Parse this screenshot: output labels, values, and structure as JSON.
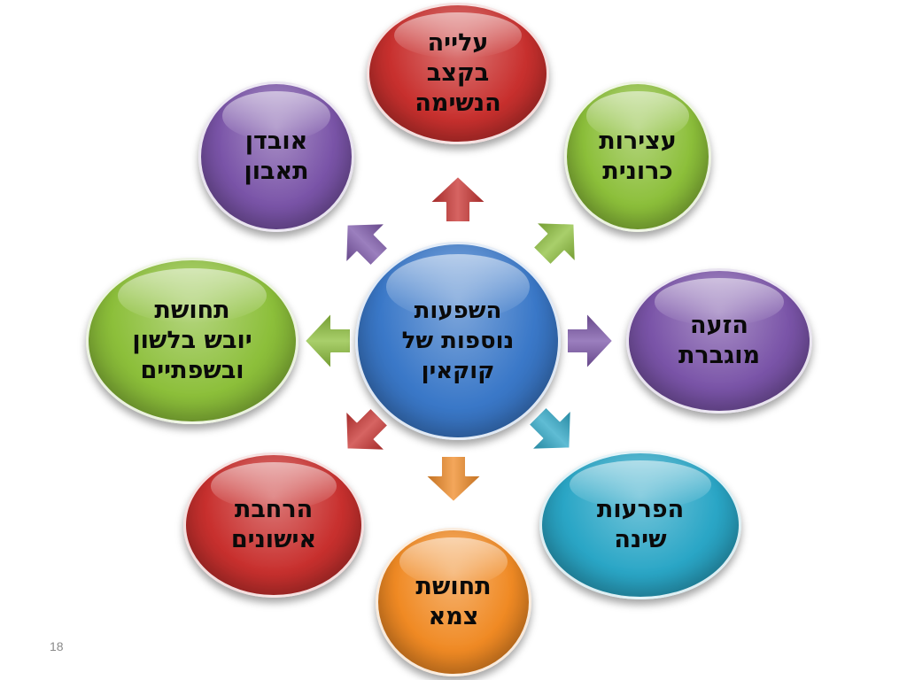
{
  "center": {
    "lines": [
      "השפעות",
      "נוספות של",
      "קוקאין"
    ],
    "color": "#3a78c8"
  },
  "nodes": [
    {
      "id": "breathing",
      "lines": [
        "עלייה",
        "בקצב",
        "הנשימה"
      ],
      "color": "#c8302e"
    },
    {
      "id": "vasoconstriction",
      "lines": [
        "עצירות",
        "כרונית"
      ],
      "color": "#8cbf3a"
    },
    {
      "id": "sweating",
      "lines": [
        "הזעה",
        "מוגברת"
      ],
      "color": "#7a54a8"
    },
    {
      "id": "sleep",
      "lines": [
        "הפרעות",
        "שינה"
      ],
      "color": "#2aa6c6"
    },
    {
      "id": "thirst",
      "lines": [
        "תחושת",
        "צמא"
      ],
      "color": "#f08a24"
    },
    {
      "id": "pupils",
      "lines": [
        "הרחבת",
        "אישונים"
      ],
      "color": "#c8302e"
    },
    {
      "id": "dry-mouth",
      "lines": [
        "תחושת",
        "יובש בלשון",
        "ובשפתיים"
      ],
      "color": "#8cbf3a"
    },
    {
      "id": "appetite",
      "lines": [
        "אובדן",
        "תאבון"
      ],
      "color": "#7a54a8"
    }
  ],
  "slide_number": "18"
}
